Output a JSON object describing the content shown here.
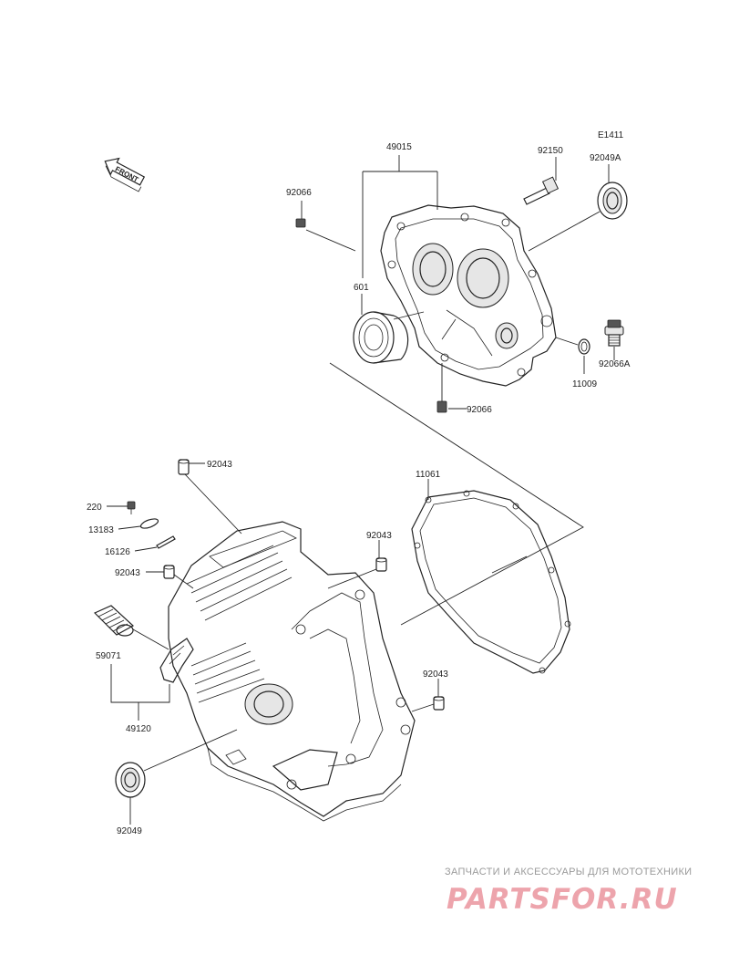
{
  "diagram": {
    "code": "E1411",
    "front_arrow": "FRONT",
    "labels": {
      "p49015": "49015",
      "p92150": "92150",
      "p92049A": "92049A",
      "p92066_top": "92066",
      "p601": "601",
      "p11009": "11009",
      "p92066A": "92066A",
      "p92066_bottom": "92066",
      "p92043_top": "92043",
      "p220": "220",
      "p13183": "13183",
      "p16126": "16126",
      "p92043_left": "92043",
      "p11061": "11061",
      "p92043_mid": "92043",
      "p59071": "59071",
      "p92043_right": "92043",
      "p49120": "49120",
      "p92049": "92049"
    }
  },
  "watermark": {
    "tagline": "ЗАПЧАСТИ И АКСЕССУАРЫ ДЛЯ МОТОТЕХНИКИ",
    "logo_text": "PARTSFOR.RU",
    "color": "#e05a6a"
  }
}
